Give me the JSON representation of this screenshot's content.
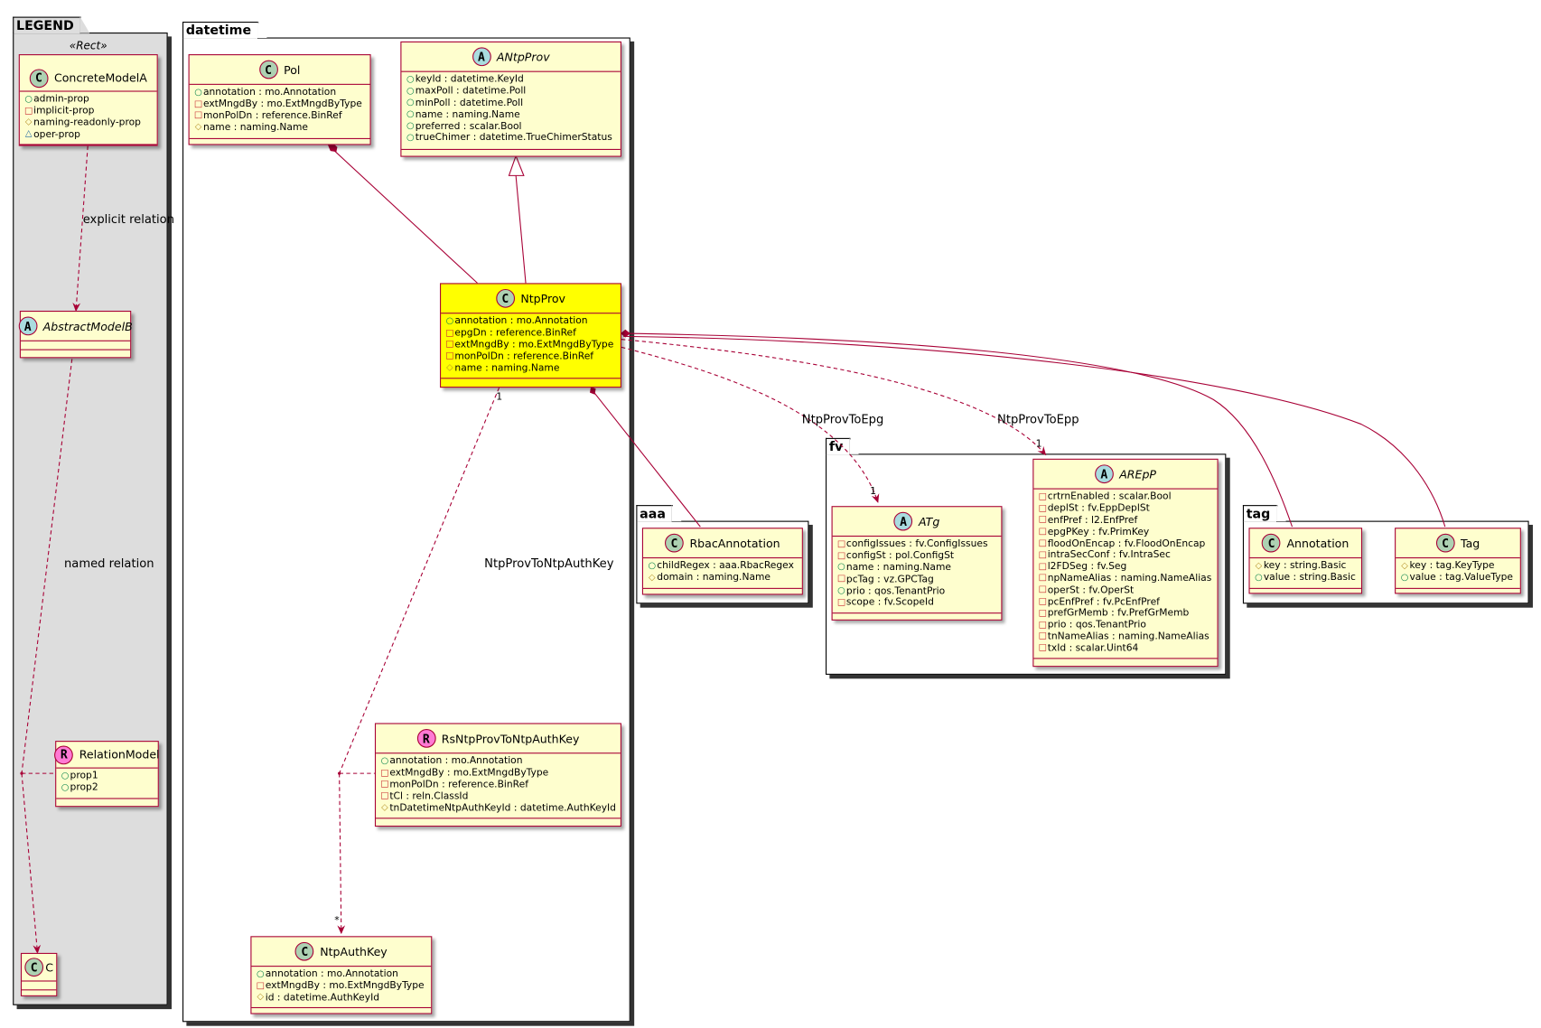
{
  "packages": {
    "legend": {
      "name": "LEGEND"
    },
    "datetime": {
      "name": "datetime"
    },
    "aaa": {
      "name": "aaa"
    },
    "fv": {
      "name": "fv"
    },
    "tag": {
      "name": "tag"
    }
  },
  "legend": {
    "stereotype": "«Rect»",
    "concrete_model": {
      "name": "ConcreteModelA",
      "props": [
        {
          "vis": "public",
          "text": "admin-prop"
        },
        {
          "vis": "private",
          "text": "implicit-prop"
        },
        {
          "vis": "protected",
          "text": "naming-readonly-prop"
        },
        {
          "vis": "package",
          "text": "oper-prop"
        }
      ]
    },
    "abstract_model": {
      "name": "AbstractModelB"
    },
    "relation_model": {
      "name": "RelationModel",
      "props": [
        {
          "vis": "public",
          "text": "prop1"
        },
        {
          "vis": "public",
          "text": "prop2"
        }
      ]
    },
    "c_model": {
      "name": "C"
    },
    "explicit_relation": "explicit relation",
    "named_relation": "named relation"
  },
  "classes": {
    "pol": {
      "name": "Pol",
      "props": [
        {
          "vis": "public",
          "text": "annotation : mo.Annotation"
        },
        {
          "vis": "private",
          "text": "extMngdBy : mo.ExtMngdByType"
        },
        {
          "vis": "private",
          "text": "monPolDn : reference.BinRef"
        },
        {
          "vis": "protected",
          "text": "name : naming.Name"
        }
      ]
    },
    "antpprov": {
      "name": "ANtpProv",
      "props": [
        {
          "vis": "public",
          "text": "keyId : datetime.KeyId"
        },
        {
          "vis": "public",
          "text": "maxPoll : datetime.Poll"
        },
        {
          "vis": "public",
          "text": "minPoll : datetime.Poll"
        },
        {
          "vis": "public",
          "text": "name : naming.Name"
        },
        {
          "vis": "public",
          "text": "preferred : scalar.Bool"
        },
        {
          "vis": "public",
          "text": "trueChimer : datetime.TrueChimerStatus"
        }
      ]
    },
    "ntpprov": {
      "name": "NtpProv",
      "props": [
        {
          "vis": "public",
          "text": "annotation : mo.Annotation"
        },
        {
          "vis": "private",
          "text": "epgDn : reference.BinRef"
        },
        {
          "vis": "private",
          "text": "extMngdBy : mo.ExtMngdByType"
        },
        {
          "vis": "private",
          "text": "monPolDn : reference.BinRef"
        },
        {
          "vis": "protected",
          "text": "name : naming.Name"
        }
      ]
    },
    "rsntpprov": {
      "name": "RsNtpProvToNtpAuthKey",
      "props": [
        {
          "vis": "public",
          "text": "annotation : mo.Annotation"
        },
        {
          "vis": "private",
          "text": "extMngdBy : mo.ExtMngdByType"
        },
        {
          "vis": "private",
          "text": "monPolDn : reference.BinRef"
        },
        {
          "vis": "private",
          "text": "tCl : reln.ClassId"
        },
        {
          "vis": "protected",
          "text": "tnDatetimeNtpAuthKeyId : datetime.AuthKeyId"
        }
      ]
    },
    "ntpauthkey": {
      "name": "NtpAuthKey",
      "props": [
        {
          "vis": "public",
          "text": "annotation : mo.Annotation"
        },
        {
          "vis": "private",
          "text": "extMngdBy : mo.ExtMngdByType"
        },
        {
          "vis": "protected",
          "text": "id : datetime.AuthKeyId"
        }
      ]
    },
    "rbac": {
      "name": "RbacAnnotation",
      "props": [
        {
          "vis": "public",
          "text": "childRegex : aaa.RbacRegex"
        },
        {
          "vis": "protected",
          "text": "domain : naming.Name"
        }
      ]
    },
    "atg": {
      "name": "ATg",
      "props": [
        {
          "vis": "private",
          "text": "configIssues : fv.ConfigIssues"
        },
        {
          "vis": "private",
          "text": "configSt : pol.ConfigSt"
        },
        {
          "vis": "public",
          "text": "name : naming.Name"
        },
        {
          "vis": "private",
          "text": "pcTag : vz.GPCTag"
        },
        {
          "vis": "public",
          "text": "prio : qos.TenantPrio"
        },
        {
          "vis": "private",
          "text": "scope : fv.ScopeId"
        }
      ]
    },
    "arepp": {
      "name": "AREpP",
      "props": [
        {
          "vis": "private",
          "text": "crtrnEnabled : scalar.Bool"
        },
        {
          "vis": "private",
          "text": "deplSt : fv.EppDeplSt"
        },
        {
          "vis": "private",
          "text": "enfPref : l2.EnfPref"
        },
        {
          "vis": "private",
          "text": "epgPKey : fv.PrimKey"
        },
        {
          "vis": "private",
          "text": "floodOnEncap : fv.FloodOnEncap"
        },
        {
          "vis": "private",
          "text": "intraSecConf : fv.IntraSec"
        },
        {
          "vis": "private",
          "text": "l2FDSeg : fv.Seg"
        },
        {
          "vis": "private",
          "text": "npNameAlias : naming.NameAlias"
        },
        {
          "vis": "private",
          "text": "operSt : fv.OperSt"
        },
        {
          "vis": "private",
          "text": "pcEnfPref : fv.PcEnfPref"
        },
        {
          "vis": "private",
          "text": "prefGrMemb : fv.PrefGrMemb"
        },
        {
          "vis": "private",
          "text": "prio : qos.TenantPrio"
        },
        {
          "vis": "private",
          "text": "tnNameAlias : naming.NameAlias"
        },
        {
          "vis": "private",
          "text": "txId : scalar.Uint64"
        }
      ]
    },
    "annotation": {
      "name": "Annotation",
      "props": [
        {
          "vis": "protected",
          "text": "key : string.Basic"
        },
        {
          "vis": "public",
          "text": "value : string.Basic"
        }
      ]
    },
    "tag": {
      "name": "Tag",
      "props": [
        {
          "vis": "protected",
          "text": "key : tag.KeyType"
        },
        {
          "vis": "public",
          "text": "value : tag.ValueType"
        }
      ]
    }
  },
  "relations": {
    "ntpprov_to_epg": "NtpProvToEpg",
    "ntpprov_to_epp": "NtpProvToEpp",
    "ntpprov_to_authkey": "NtpProvToNtpAuthKey",
    "mult_epg": "1",
    "mult_epp": "1",
    "mult_src": "1",
    "mult_many": "*"
  },
  "colors": {
    "border": "#a80036",
    "class_bg": "#fefece",
    "highlight": "#ffff00",
    "circle_c": "#add1b2",
    "circle_a": "#a9dcdf",
    "circle_r": "#ff7ad4",
    "legend_bg": "#dddddd"
  }
}
